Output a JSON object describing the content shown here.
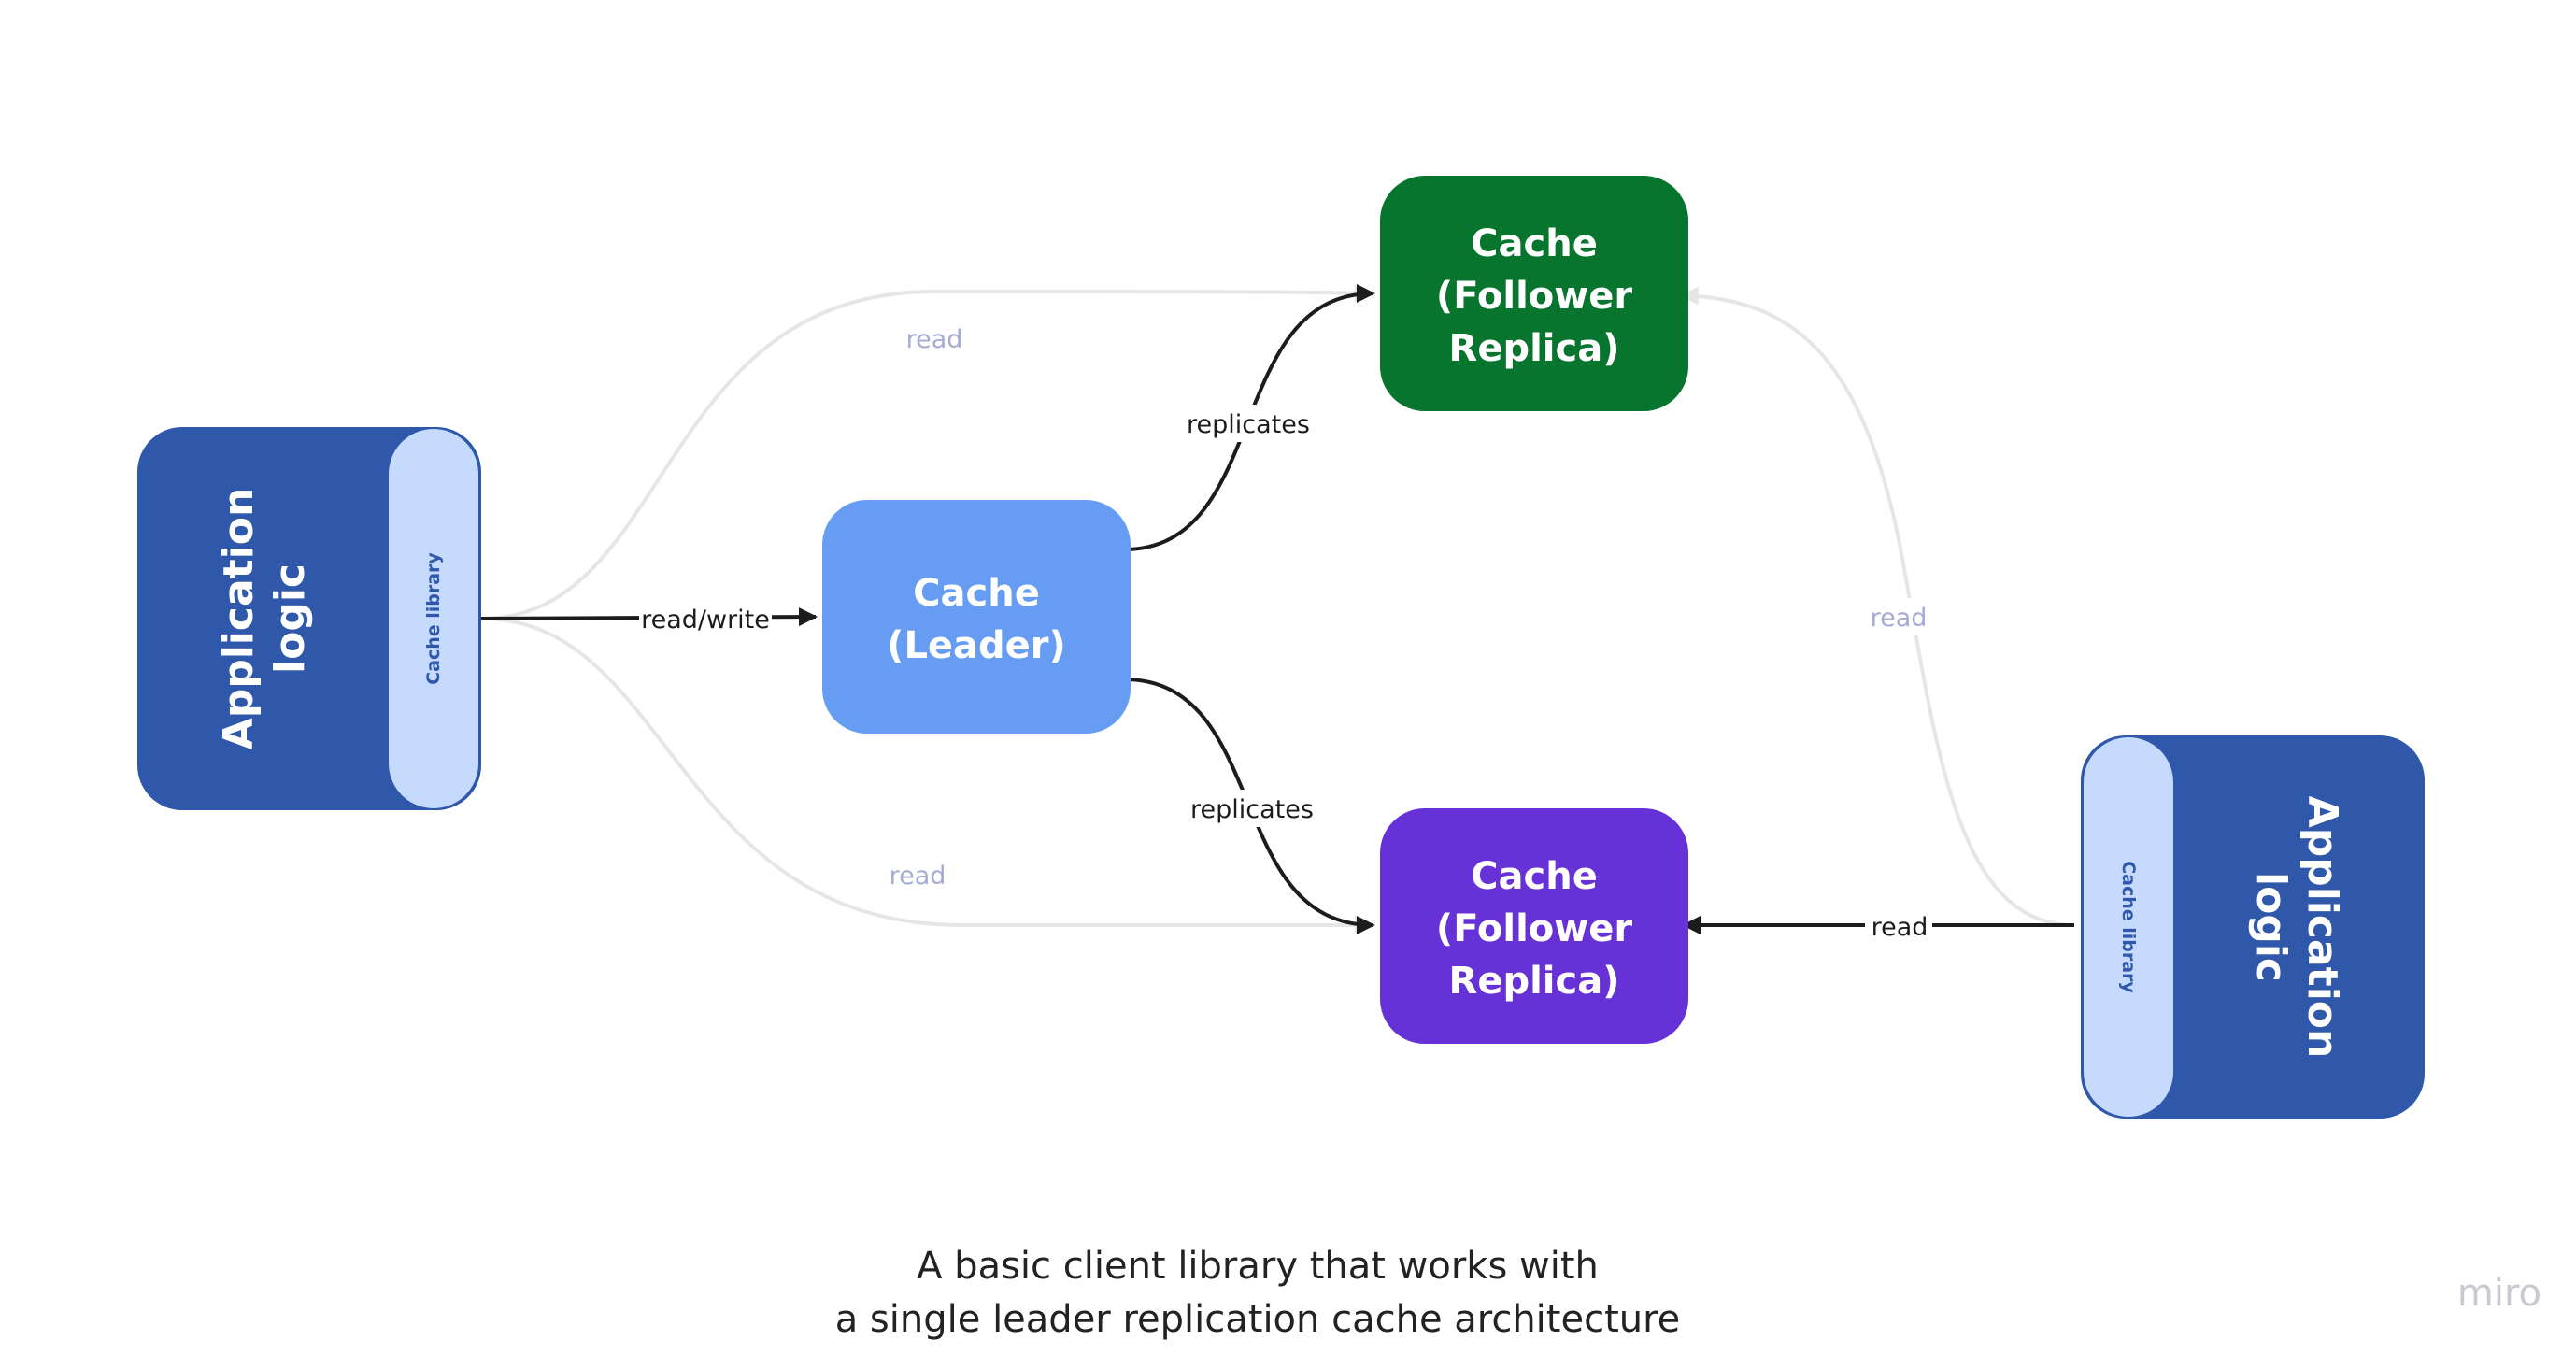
{
  "nodes": {
    "cache_leader": {
      "line1": "Cache",
      "line2": "(Leader)",
      "color": "#669df2"
    },
    "cache_follower_top": {
      "line1": "Cache",
      "line2": "(Follower",
      "line3": "Replica)",
      "color": "#07752e"
    },
    "cache_follower_bottom": {
      "line1": "Cache",
      "line2": "(Follower",
      "line3": "Replica)",
      "color": "#6631d7"
    },
    "app_left": {
      "line1": "Application",
      "line2": "logic",
      "library": "Cache library",
      "color": "#2f58ab",
      "library_color": "#c5dafd"
    },
    "app_right": {
      "line1": "Application",
      "line2": "logic",
      "library": "Cache library",
      "color": "#2f58ab",
      "library_color": "#c5dafd"
    }
  },
  "edges": {
    "read_write": "read/write",
    "replicates_top": "replicates",
    "replicates_bottom": "replicates",
    "read_left_top": "read",
    "read_left_bottom": "read",
    "read_right_top": "read",
    "read_right_bottom": "read"
  },
  "colors": {
    "active_edge": "#1c1c1c",
    "faded_edge": "#e6e6e6",
    "faded_label": "#a5abd3"
  },
  "caption": {
    "line1": "A basic client library that works with",
    "line2": "a single leader replication cache architecture"
  },
  "brand": "miro"
}
